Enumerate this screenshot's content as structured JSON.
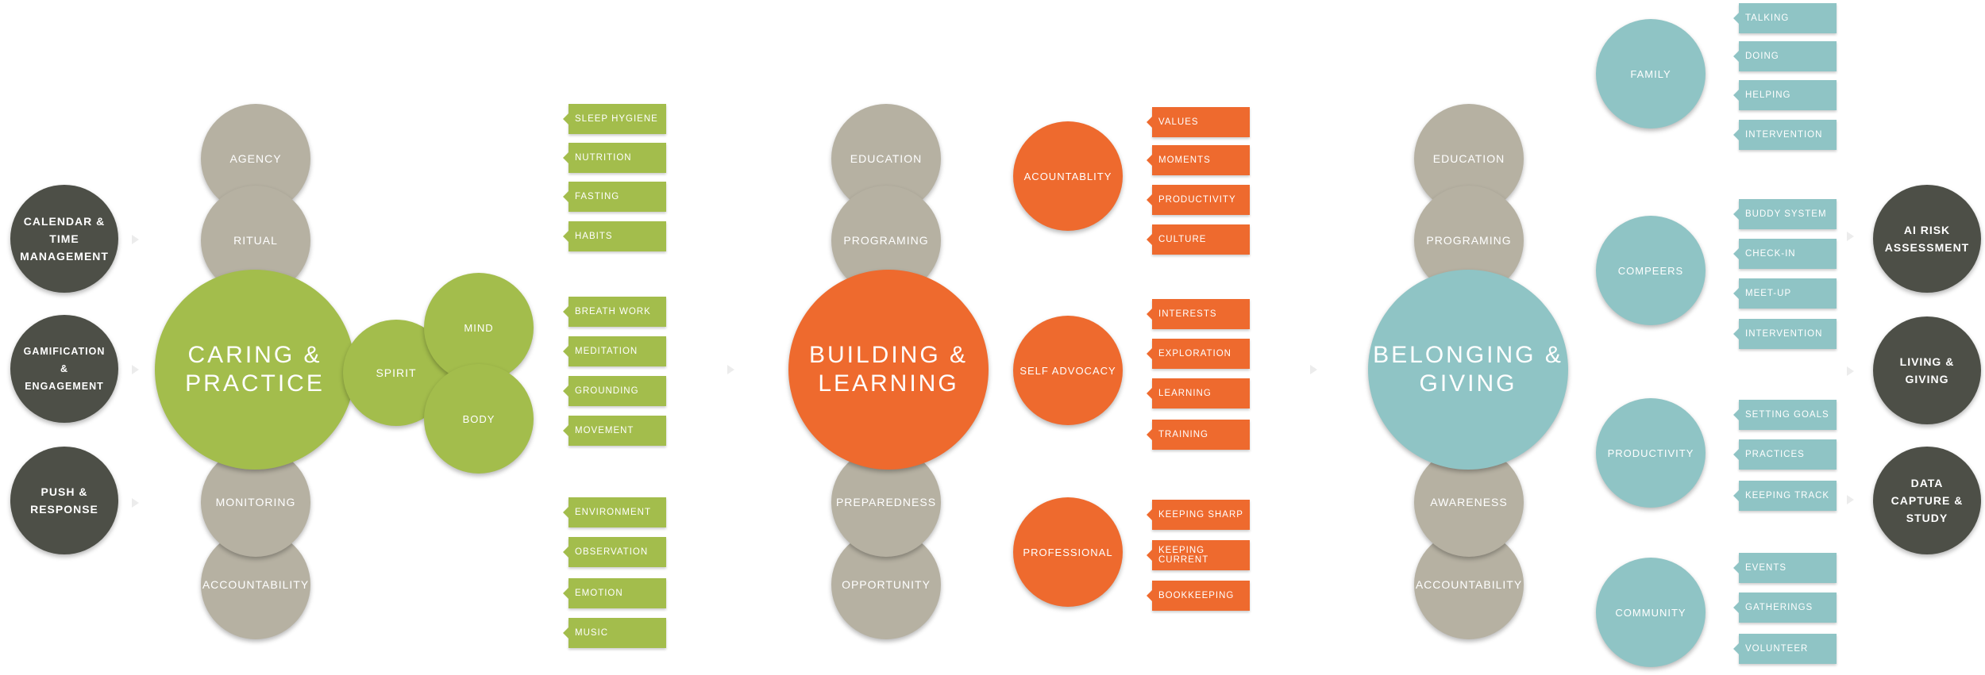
{
  "inputs": [
    "CALENDAR & TIME MANAGEMENT",
    "GAMIFICATION & ENGAGEMENT",
    "PUSH & RESPONSE"
  ],
  "outputs": [
    "AI RISK ASSESSMENT",
    "LIVING & GIVING",
    "DATA CAPTURE & STUDY"
  ],
  "caring": {
    "title": "CARING & PRACTICE",
    "stack": [
      "AGENCY",
      "RITUAL",
      "MONITORING",
      "ACCOUNTABILITY"
    ],
    "spirit": "SPIRIT",
    "mind": "MIND",
    "body": "BODY",
    "group1": [
      "SLEEP HYGIENE",
      "NUTRITION",
      "FASTING",
      "HABITS"
    ],
    "group2": [
      "BREATH WORK",
      "MEDITATION",
      "GROUNDING",
      "MOVEMENT"
    ],
    "group3": [
      "ENVIRONMENT",
      "OBSERVATION",
      "EMOTION",
      "MUSIC"
    ]
  },
  "building": {
    "title": "BUILDING & LEARNING",
    "stack": [
      "EDUCATION",
      "PROGRAMING",
      "PREPAREDNESS",
      "OPPORTUNITY"
    ],
    "subs": [
      {
        "label": "ACOUNTABLITY",
        "tags": [
          "VALUES",
          "MOMENTS",
          "PRODUCTIVITY",
          "CULTURE"
        ]
      },
      {
        "label": "SELF ADVOCACY",
        "tags": [
          "INTERESTS",
          "EXPLORATION",
          "LEARNING",
          "TRAINING"
        ]
      },
      {
        "label": "PROFESSIONAL",
        "tags": [
          "KEEPING SHARP",
          "KEEPING CURRENT",
          "BOOKKEEPING"
        ]
      }
    ]
  },
  "belonging": {
    "title": "BELONGING & GIVING",
    "stack": [
      "EDUCATION",
      "PROGRAMING",
      "AWARENESS",
      "ACCOUNTABILITY"
    ],
    "subs": [
      {
        "label": "FAMILY",
        "tags": [
          "TALKING",
          "DOING",
          "HELPING",
          "INTERVENTION"
        ]
      },
      {
        "label": "COMPEERS",
        "tags": [
          "BUDDY SYSTEM",
          "CHECK-IN",
          "MEET-UP",
          "INTERVENTION"
        ]
      },
      {
        "label": "PRODUCTIVITY",
        "tags": [
          "SETTING GOALS",
          "PRACTICES",
          "KEEPING TRACK"
        ]
      },
      {
        "label": "COMMUNITY",
        "tags": [
          "EVENTS",
          "GATHERINGS",
          "VOLUNTEER"
        ]
      }
    ]
  },
  "colors": {
    "green": "#a3bd4c",
    "orange": "#ee6a2e",
    "teal": "#8fc4c5",
    "tan": "#b6b1a2",
    "dark": "#4d4f47"
  }
}
